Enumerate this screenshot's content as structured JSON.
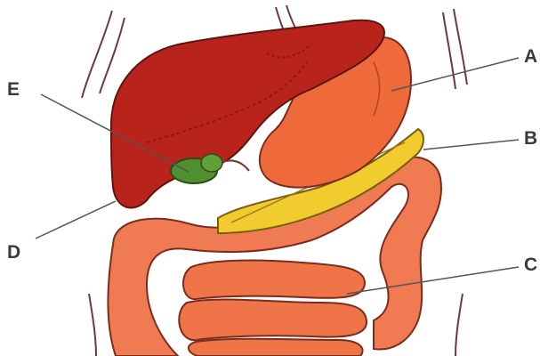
{
  "labels": {
    "a": "A",
    "b": "B",
    "c": "C",
    "d": "D",
    "e": "E"
  },
  "colors": {
    "liver": "#b8231c",
    "liver_shadow": "#8f1813",
    "stomach": "#ef6a3a",
    "pancreas": "#f1cc2e",
    "gallbladder": "#4f8f2f",
    "intestine": "#f07a52",
    "outline": "#6b3b3b",
    "leader_line": "#555555"
  }
}
